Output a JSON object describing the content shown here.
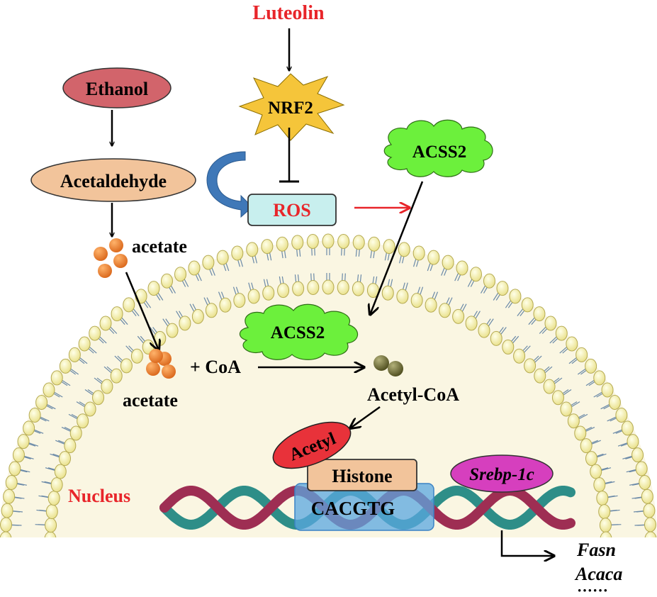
{
  "labels": {
    "luteolin": "Luteolin",
    "nrf2": "NRF2",
    "ethanol": "Ethanol",
    "acetaldehyde": "Acetaldehyde",
    "ros": "ROS",
    "acss2_outside": "ACSS2",
    "acetate_outside": "acetate",
    "acss2_nucleus": "ACSS2",
    "plus_coa": "+ CoA",
    "acetate_nucleus": "acetate",
    "acetyl_coa": "Acetyl-CoA",
    "acetyl": "Acetyl",
    "histone": "Histone",
    "nucleus": "Nucleus",
    "motif": "CACGTG",
    "srebp": "Srebp-1c",
    "fasn": "Fasn",
    "acaca": "Acaca",
    "more": "······"
  },
  "colors": {
    "red_text": "#e8252a",
    "ethanol_fill": "#d2646b",
    "acetaldehyde_fill": "#f2c49b",
    "nrf2_fill": "#f5c53a",
    "ros_fill": "#c8efee",
    "ros_text": "#e8252a",
    "acss2_fill": "#6cf03c",
    "acetate_dot": "#ef7d22",
    "acetylcoa_dot": "#6b6a2a",
    "acetyl_fill": "#e8323a",
    "histone_fill": "#f2c49b",
    "motif_fill": "#5aa7e0",
    "srebp_fill": "#d63fbe",
    "nucleus_fill": "#faf6e2",
    "lipid_head": "#fbf6b4",
    "dna_teal": "#2e8e88",
    "dna_maroon": "#9e2e53",
    "curved_arrow": "#3f78b8"
  }
}
